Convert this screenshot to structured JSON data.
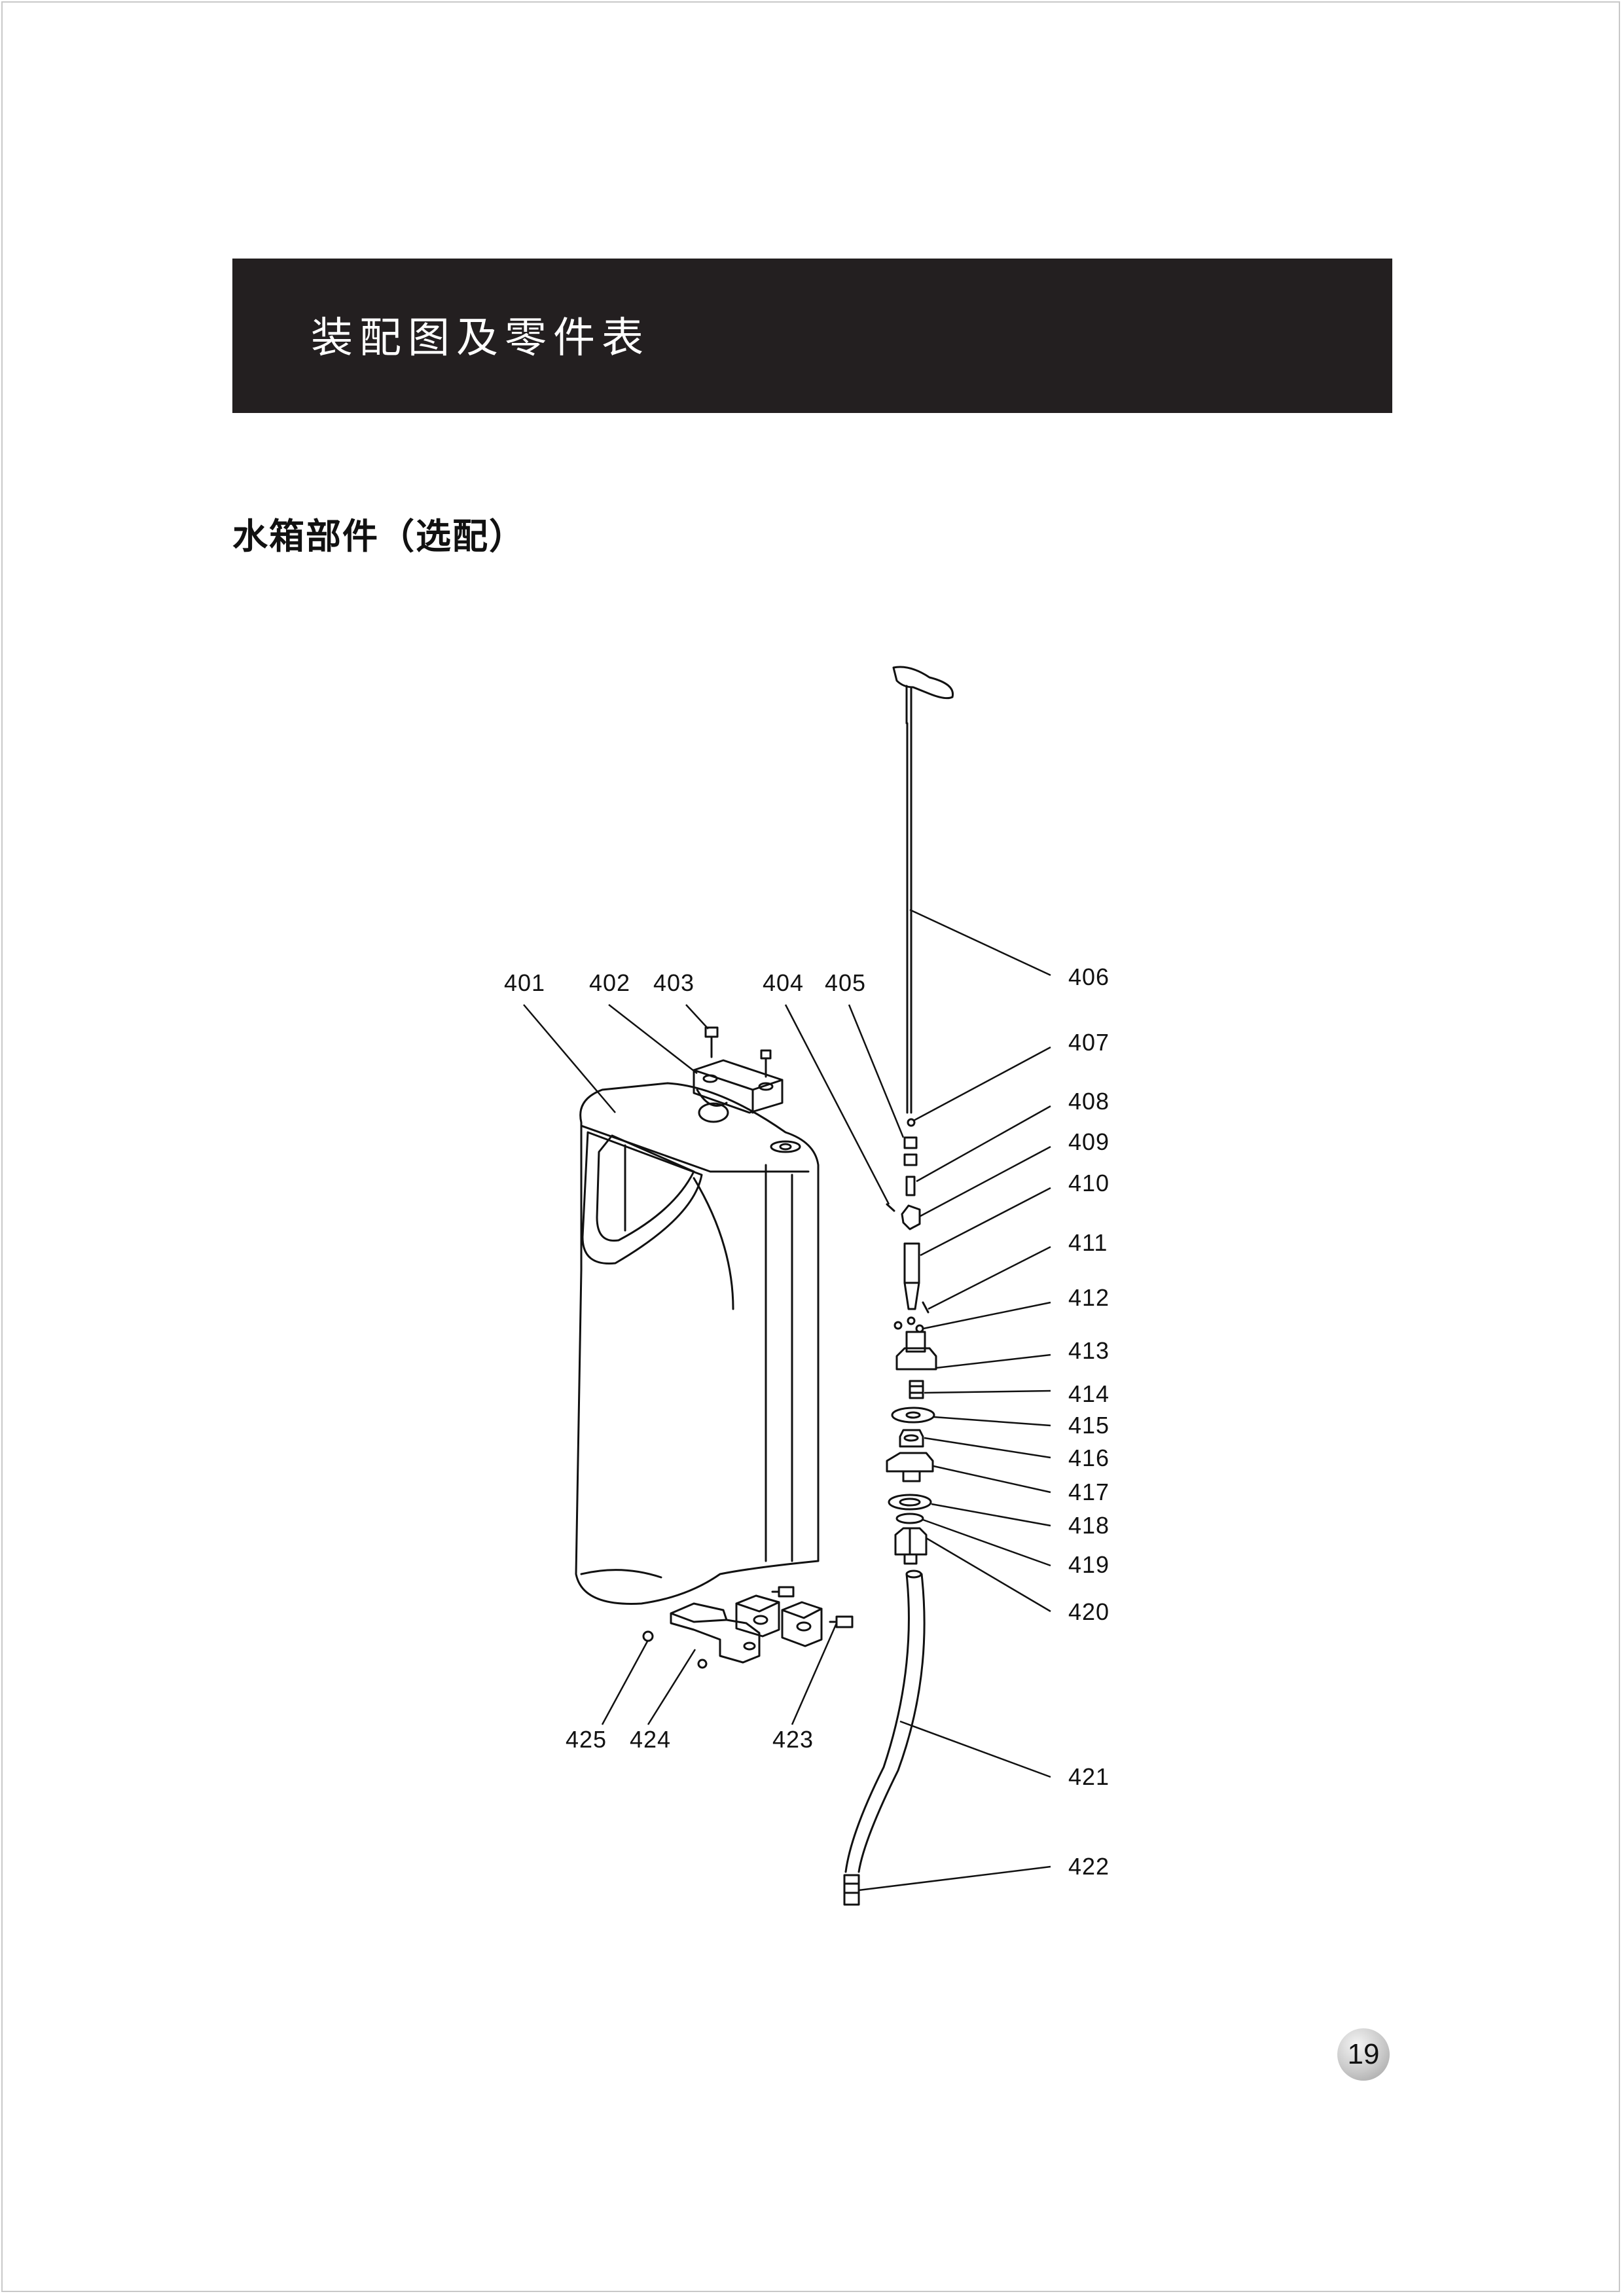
{
  "header": {
    "title": "装配图及零件表"
  },
  "section": {
    "title": "水箱部件（选配）"
  },
  "parts": [
    "401",
    "402",
    "403",
    "404",
    "405",
    "406",
    "407",
    "408",
    "409",
    "410",
    "411",
    "412",
    "413",
    "414",
    "415",
    "416",
    "417",
    "418",
    "419",
    "420",
    "421",
    "422",
    "423",
    "424",
    "425"
  ],
  "page_number": "19",
  "colors": {
    "header_bg": "#231f20",
    "header_text": "#ffffff",
    "line": "#111111"
  }
}
